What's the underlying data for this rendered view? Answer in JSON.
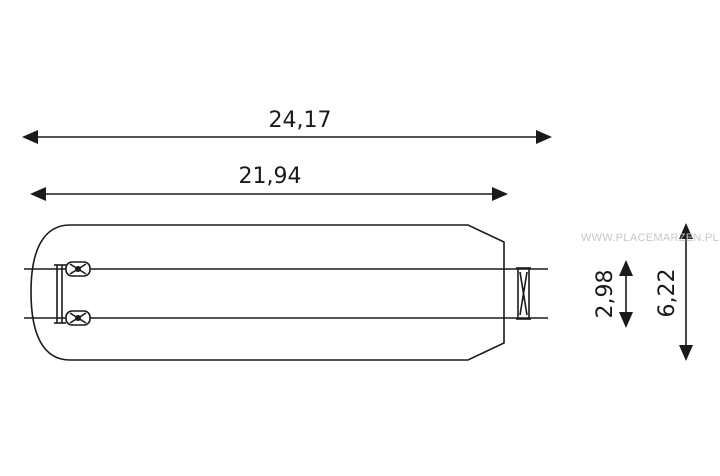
{
  "dimensions": {
    "overall_length": "24,17",
    "inner_length": "21,94",
    "inner_width": "2,98",
    "overall_width": "6,22"
  },
  "watermark": "WWW.PLACEMARZEN.PL",
  "colors": {
    "ink": "#1a1a1a",
    "watermark": "#c8c8c8",
    "background": "#ffffff"
  }
}
